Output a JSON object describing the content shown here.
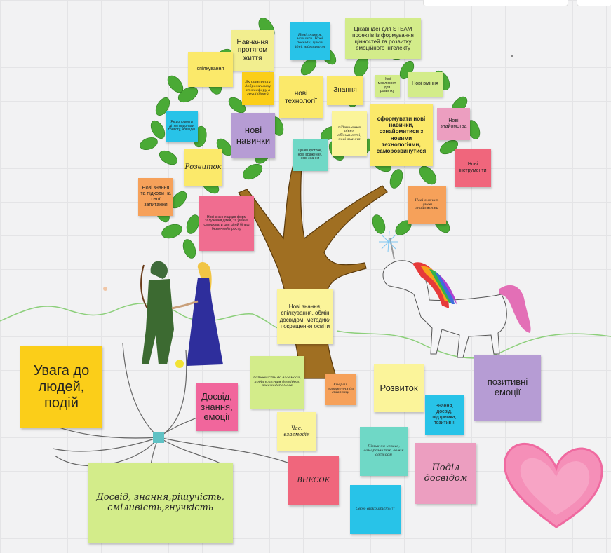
{
  "colors": {
    "board_bg": "#f2f2f3",
    "leaf_green": "#4aaa35",
    "trunk_brown": "#9b6b1f",
    "note_yellow": "#fbe96a",
    "note_lime": "#d3ec8a",
    "note_pink": "#f06d90",
    "note_orange": "#f6a15a",
    "note_purple": "#b69cd4",
    "note_cyan": "#28c3e8",
    "note_teal": "#6fd8c6",
    "note_red": "#f0667c",
    "note_lightpink": "#ec9ec0",
    "note_paleyellow": "#fbf49a"
  },
  "notes": {
    "n1": "Навчання протягом життя",
    "n2": "Нові знання, навички. Нові досвіди, цікаві ідеї, відкриття",
    "n3": "Цікаві ідеї для STEAM проектів із формування цінностей та розвитку емоційного інтелекту",
    "n4": "спілкування",
    "n5": "Як створити доброзичливу атмосферу в групі дітей",
    "n6": "нові технології",
    "n7": "Знання",
    "n8": "Нові можливості для розвитку",
    "n9": "Нові вміння",
    "n10": "Як допомогти дітям подолати тривогу, нові ідеї",
    "n11": "нові навички",
    "n12": "підвищення рівня обізнаності, нові знання",
    "n13": "сформувати нові навички, ознайомитися з новими технологіями, саморозвинутися",
    "n14": "Нові знайомства",
    "n15": "Розвиток",
    "n16": "Цікаві зустрічі, нові враження, нові знання",
    "n17": "Нові інструменти",
    "n18": "Нові знання та підходи на свої запитання",
    "n19": "Нові знання щодо форм залучення дітей, та уміння створювати для дітей більш безпечний простір",
    "n20": "Нові знання, цікаві знайомства",
    "n21": "Нові знання, спілкування, обмін досвідом, методики покращення освіти",
    "n22": "Увага до людей, подій",
    "n23": "Готовність до взаємодії, поділ власним досвідом, взаємодопомога",
    "n24": "Енергії, натхнення до співпраці",
    "n25": "Розвиток",
    "n26": "позитивні емоції",
    "n27": "Досвід, знання, емоції",
    "n28": "Знання, досвід, підтримка, позитив!!!",
    "n29": "Час, взаємодія",
    "n30": "Пізнання нового, саморозвиток, обмін досвідом",
    "n31": "Поділ досвідом",
    "n32": "ВНЕСОК",
    "n33": "Досвід, знання,рішучість, сміливість,гнучкість",
    "n34": "Свою відкритість!!!"
  }
}
